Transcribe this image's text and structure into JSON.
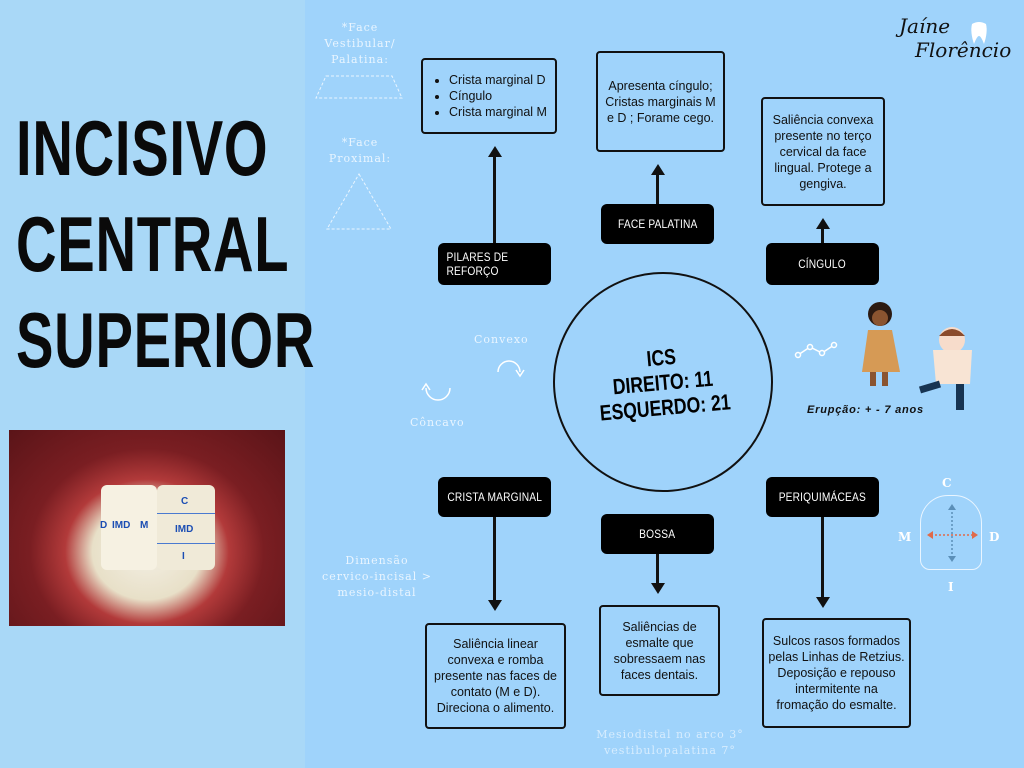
{
  "title": {
    "line1": "INCISIVO",
    "line2": "CENTRAL",
    "line3": "SUPERIOR"
  },
  "photo_labels": {
    "d": "D",
    "imd1": "IMD",
    "m": "M",
    "c": "C",
    "imd2": "IMD",
    "i": "I"
  },
  "notes": {
    "face_vestibular": "*Face Vestibular/ Palatina:",
    "face_proximal": "*Face Proximal:",
    "convexo": "Convexo",
    "concavo": "Côncavo",
    "dimensao": "Dimensão cervico-incisal > mesio-distal",
    "mesiodistal": "Mesiodistal no arco 3°",
    "vestibulopalatina": "vestibulopalatina 7°"
  },
  "signature": {
    "line1": "Jaíne",
    "line2": "Florêncio"
  },
  "center": {
    "line1": "ICS",
    "line2": "DIREITO: 11",
    "line3": "ESQUERDO: 21"
  },
  "labels": {
    "pilares": "Pilares de reforço",
    "face_palatina": "Face palatina",
    "cingulo": "Cíngulo",
    "crista": "Crista marginal",
    "bossa": "Bossa",
    "periquimaceas": "Periquimáceas"
  },
  "boxes": {
    "pilares_items": [
      "Crista marginal D",
      "Cíngulo",
      "Crista marginal M"
    ],
    "face_palatina": "Apresenta cíngulo; Cristas marginais M e D ; Forame cego.",
    "cingulo": "Saliência convexa presente no terço cervical da face lingual. Protege a gengiva.",
    "crista": "Saliência linear convexa e romba presente nas faces de contato (M e D). Direciona o alimento.",
    "bossa": "Saliências de esmalte que sobressaem nas faces dentais.",
    "periquimaceas": "Sulcos rasos formados pelas Linhas de Retzius. Deposição e repouso intermitente na fromação do esmalte."
  },
  "erupcao": "Erupção: + - 7 anos",
  "compass": {
    "c": "C",
    "m": "M",
    "d": "D",
    "i": "I"
  },
  "colors": {
    "background": "#9fd3fb",
    "left_panel": "#a9d8f7",
    "label_bg": "#000000",
    "arrow_orange": "#e06a4a",
    "arrow_blue": "#5b8fb8"
  }
}
